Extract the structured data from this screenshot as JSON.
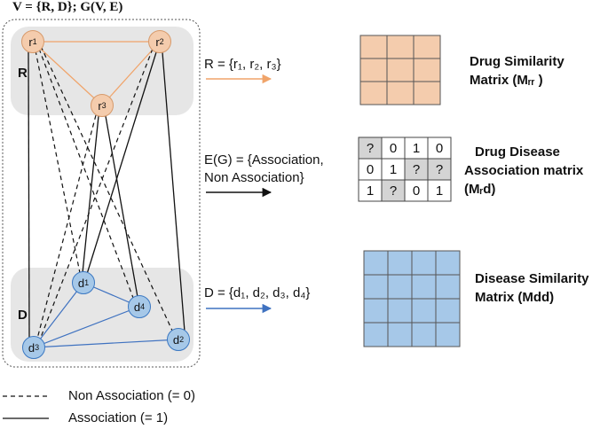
{
  "title": "V = {R, D}; G(V, E)",
  "groups": {
    "drug_label": "R",
    "disease_label": "D"
  },
  "drug_nodes": [
    {
      "id": "r1",
      "base": "r",
      "sub": "1"
    },
    {
      "id": "r2",
      "base": "r",
      "sub": "2"
    },
    {
      "id": "r3",
      "base": "r",
      "sub": "3"
    }
  ],
  "disease_nodes": [
    {
      "id": "d1",
      "base": "d",
      "sub": "1"
    },
    {
      "id": "d2",
      "base": "d",
      "sub": "2"
    },
    {
      "id": "d3",
      "base": "d",
      "sub": "3"
    },
    {
      "id": "d4",
      "base": "d",
      "sub": "4"
    }
  ],
  "set_labels": {
    "r_set": "R = {r₁, r₂, r₃}",
    "e_set_line1": "E(G) = {Association,",
    "e_set_line2": "Non Association}",
    "d_set": "D = {d₁, d₂, d₃, d₄}"
  },
  "matrices": {
    "drug_similarity": {
      "title_line1": "Drug Similarity",
      "title_line2": "Matrix (Mᵣᵣ )",
      "rows": 3,
      "cols": 3
    },
    "association": {
      "title_line1": "Drug Disease",
      "title_line2": "Association matrix",
      "title_line3": "(Mᵣd)",
      "cells": [
        [
          "?",
          "0",
          "1",
          "0"
        ],
        [
          "0",
          "1",
          "?",
          "?"
        ],
        [
          "1",
          "?",
          "0",
          "1"
        ]
      ]
    },
    "disease_similarity": {
      "title_line1": "Disease Similarity",
      "title_line2": "Matrix (Mdd)",
      "rows": 4,
      "cols": 4
    }
  },
  "legend": {
    "non_association": "Non Association (= 0)",
    "association": "Association (= 1)"
  },
  "colors": {
    "drug_fill": "#f4ccad",
    "drug_stroke": "#d79a6b",
    "drug_edge": "#f0a46a",
    "disease_fill": "#a6c8e8",
    "disease_stroke": "#3b78c2",
    "disease_edge": "#3f72c0",
    "group_bg": "#e6e6e6",
    "unknown_cell": "#d4d4d4"
  }
}
